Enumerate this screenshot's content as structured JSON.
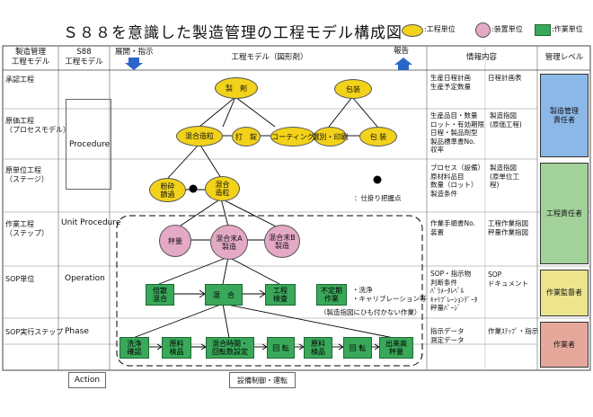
{
  "title": "Ｓ８８を意識した製造管理の工程モデル構成図",
  "legend": {
    "process_unit": ":工程単位",
    "equipment_unit": ":装置単位",
    "work_unit": ":作業単位"
  },
  "colors": {
    "yellow": "#f2d21a",
    "pink": "#e4a9c5",
    "green": "#3aa85a",
    "blue": "#8cb8e8",
    "lightgreen": "#a2d29a",
    "lightyellow": "#ece58e",
    "salmon": "#e6a89a"
  },
  "header": {
    "col1": "製造管理\n工程モデル",
    "col2": "S88\n工程モデル",
    "dispatch": "展開・指示",
    "model": "工程モデル（図形剤）",
    "report": "報告",
    "info": "情報内容",
    "mgmt": "管理レベル"
  },
  "rows": [
    {
      "label": "承認工程"
    },
    {
      "label": "原価工程\n（プロセスモデル）"
    },
    {
      "label": "原単位工程\n（ステージ）"
    },
    {
      "label": "作業工程\n（ステップ）"
    },
    {
      "label": "SOP単位"
    },
    {
      "label": "SOP実行ステップ"
    }
  ],
  "s88": {
    "procedure": "Procedure",
    "unit_procedure": "Unit Procedure",
    "operation": "Operation",
    "phase": "Phase",
    "action": "Action"
  },
  "nodes": {
    "seizai": "製　剤",
    "housou_top": "包装",
    "kongou_zouryu": "混合造粒",
    "dasetsu": "打　錠",
    "coating": "コーティング",
    "senbetsu": "選別・印刷",
    "housou": "包 装",
    "funsai": "粉砕\n篩過",
    "kongou_zouryu2": "混合\n造粒",
    "hyouryou": "秤量",
    "kongouA": "混合末A\n製造",
    "kongouB": "混合末B\n製造",
    "baisan": "倍散\n混合",
    "kongou": "混　合",
    "kouteikensa": "工程\n検査",
    "futeiki": "不定期\n作業",
    "senjou": "洗浄\n確認",
    "genryou1": "原料\n検品",
    "kongoujikan": "混合時間・\n回転数設定",
    "kaiten1": "回 転",
    "genryou2": "原料\n検品",
    "kaiten2": "回 転",
    "shukkou": "出来高\n秤量"
  },
  "annotations": {
    "shikakari": "：仕掛り把握点",
    "senjou_note": "・洗浄\n・キャリブレーション等",
    "seizou_note": "（製造指図にひも付かない作業）",
    "setsubi": "設備制御・運転"
  },
  "info": {
    "r1a": "生産日程計画\n生産予定数量",
    "r1b": "日程計画表",
    "r2a": "生産品目・数量\nロット・有効期限\n日程・製品剤型\n製品標準書No.\n収率",
    "r2b": "製造指図\n(原価工程)",
    "r3a": "プロセス（設備）\n原材料品目\n数量（ロット）\n製造条件",
    "r3b": "製造指図\n(原単位工\n程)",
    "r4a": "作業手順書No.\n装置",
    "r4b": "工程作業指図\n秤量作業指図",
    "r5a": "SOP・指示物\n判断条件\nﾊﾟﾗﾒｰﾀﾚﾍﾞﾙ\nｷｬﾘﾌﾞﾚｰｼｮﾝﾃﾞｰﾀ\n秤量ﾊﾟｰｼﾞ",
    "r5b": "SOP\nドキュメント",
    "r6a": "指示データ\n測定データ",
    "r6b": "作業ｽﾃｯﾌﾟ・指示"
  },
  "mgmt": {
    "m1": "製造管理\n責任者",
    "m2": "工程責任者",
    "m3": "作業監督者",
    "m4": "作業者"
  }
}
